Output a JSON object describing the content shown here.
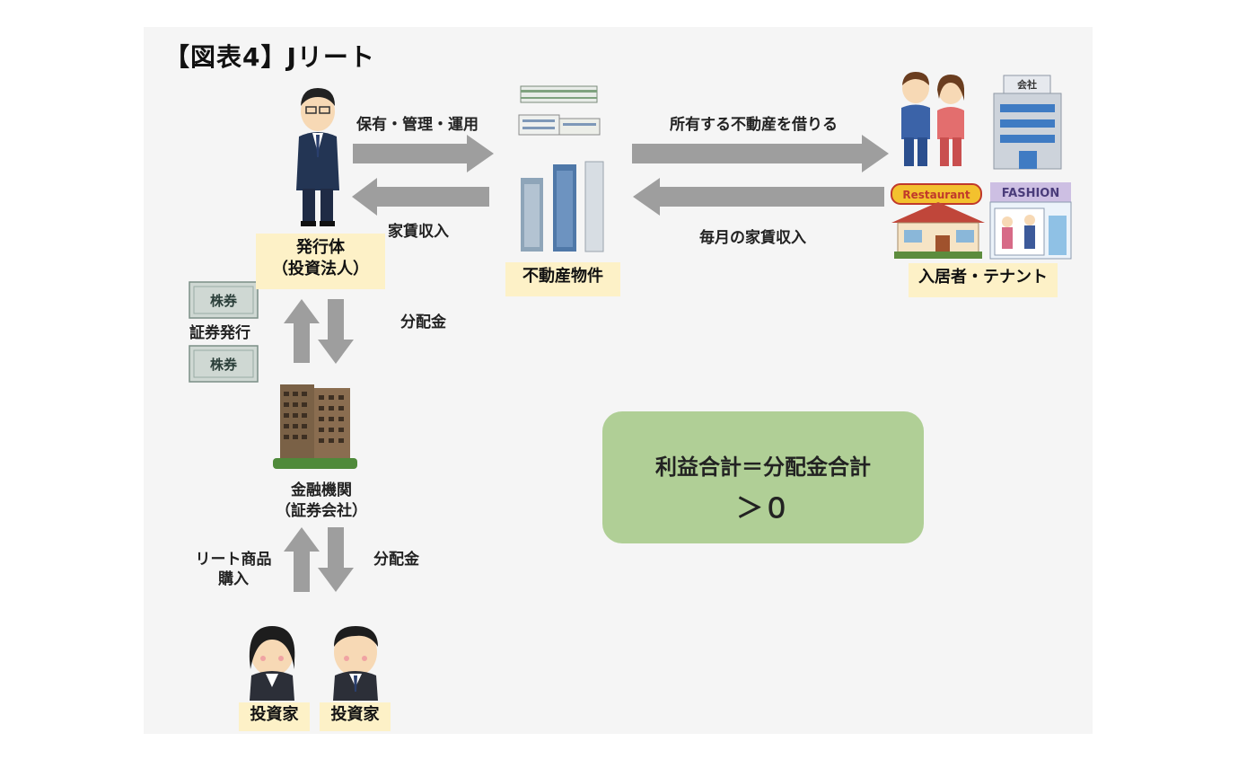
{
  "title": "【図表4】Jリート",
  "arrow_labels": {
    "manage": "保有・管理・運用",
    "rent_income": "家賃収入",
    "borrow": "所有する不動産を借りる",
    "monthly_rent": "毎月の家賃収入",
    "dividend_top": "分配金",
    "issue": "証券発行",
    "buy": "リート商品\n購入",
    "dividend_bottom": "分配金"
  },
  "boxes": {
    "issuer": "発行体\n（投資法人）",
    "property": "不動産物件",
    "tenant": "入居者・テナント",
    "bank": "金融機関\n（証券会社）",
    "investor1": "投資家",
    "investor2": "投資家"
  },
  "icons": {
    "stock_certificate_text": "株券",
    "restaurant_sign": "Restaurant",
    "fashion_sign": "FASHION",
    "company_sign": "会社"
  },
  "summary": {
    "line1": "利益合計＝分配金合計",
    "line2": "＞０"
  },
  "colors": {
    "arrow": "#9e9e9e",
    "label_bg": "#fdf1c7",
    "summary_bg": "#b0cf96"
  }
}
